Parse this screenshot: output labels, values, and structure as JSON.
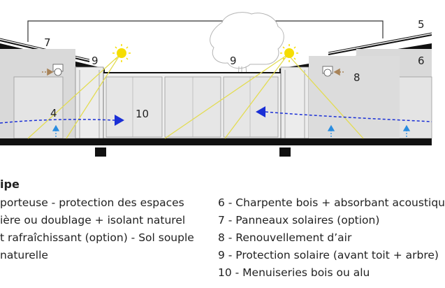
{
  "diagram": {
    "labels": {
      "n7": "7",
      "n5": "5",
      "n9_left": "9",
      "n9_tree": "9",
      "n6": "6",
      "n8": "8",
      "n4": "4",
      "n10": "10"
    },
    "colors": {
      "structure": "#111111",
      "sun": "#f2dc00",
      "sun_ray": "#e6df5a",
      "air_flow": "#1a2fd6",
      "fresh_air": "#2a8de0",
      "air_renewal": "#a88358",
      "glass": "#e6e6e6",
      "tree": "#bbbbbb"
    },
    "icons": [
      "sun-icon",
      "tree-icon",
      "air-flow-arrow-icon",
      "fresh-air-arrow-icon",
      "air-renewal-arrow-icon"
    ]
  },
  "legend": {
    "title": "ipe",
    "left_items": [
      "porteuse - protection des espaces",
      "ière ou doublage + isolant naturel",
      "t rafraîchissant (option) - Sol souple",
      "naturelle"
    ],
    "right_items": [
      "6 - Charpente bois + absorbant acoustiqu",
      "7 - Panneaux solaires (option)",
      "8 - Renouvellement d’air",
      "9 - Protection solaire (avant toit + arbre)",
      "10 - Menuiseries bois ou alu"
    ]
  }
}
